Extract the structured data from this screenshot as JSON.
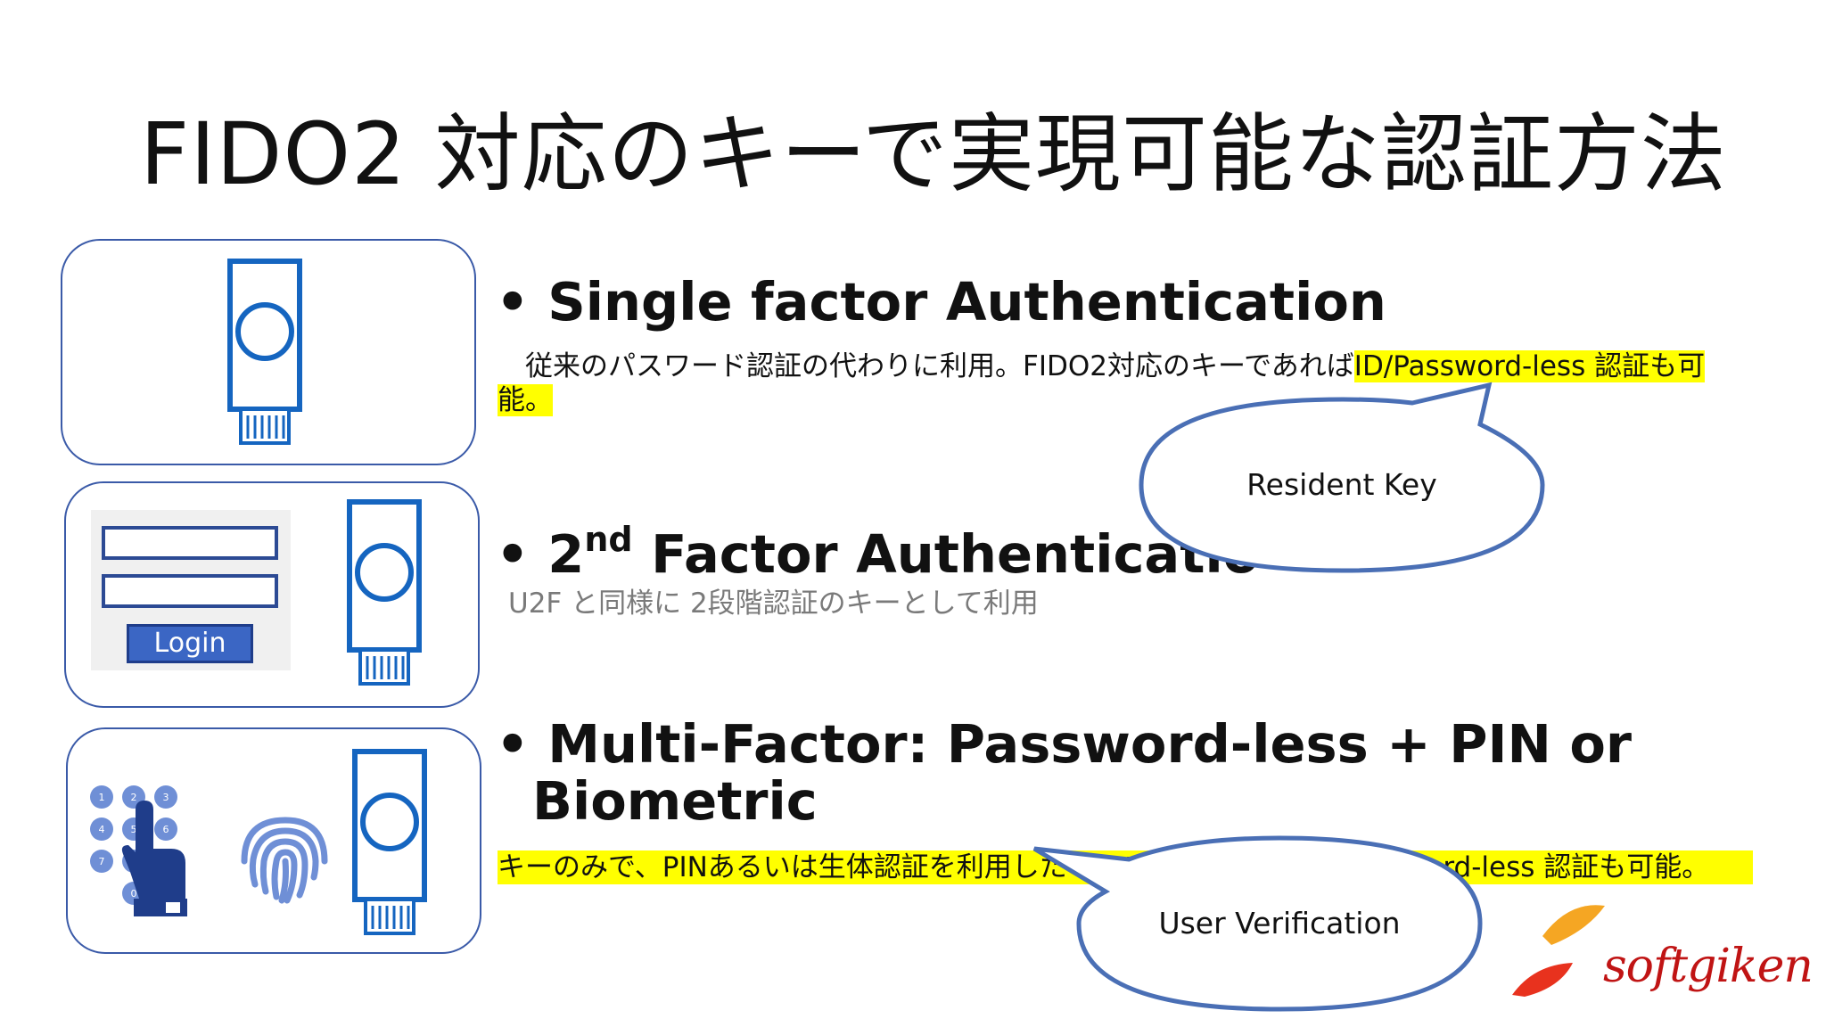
{
  "title": "FIDO2 対応のキーで実現可能な認証方法",
  "sections": [
    {
      "bullet": "•",
      "heading": "Single factor Authentication",
      "desc_plain": "　従来のパスワード認証の代わりに利用。FIDO2対応のキーであれば",
      "desc_highlight_1": "ID/Password-less 認証も可",
      "desc_highlight_2": "能。"
    },
    {
      "bullet": "•",
      "heading_main": "2",
      "heading_sup": "nd",
      "heading_rest": " Factor Authenticatio",
      "desc": "U2F と同様に 2段階認証のキーとして利用"
    },
    {
      "bullet": "•",
      "heading_line1": "Multi-Factor: Password-less + PIN or",
      "heading_line2": "Biometric",
      "desc_left": "キーのみで、PINあるいは生体認証を利用したマルチファ",
      "desc_right": "word-less 認証も可能。"
    }
  ],
  "callouts": {
    "resident_key": "Resident Key",
    "user_verification": "User Verification"
  },
  "illustrations": {
    "login_button": "Login",
    "keypad_digits": [
      "1",
      "2",
      "3",
      "4",
      "5",
      "6",
      "7",
      "8",
      "9",
      "0"
    ]
  },
  "logo": {
    "text": "softgiken"
  },
  "colors": {
    "panel_border": "#3a5aa8",
    "key_blue": "#1565c0",
    "highlight": "#ffff00",
    "callout_border": "#4a6fb5",
    "logo_red": "#c01414",
    "logo_orange": "#f5a623"
  }
}
